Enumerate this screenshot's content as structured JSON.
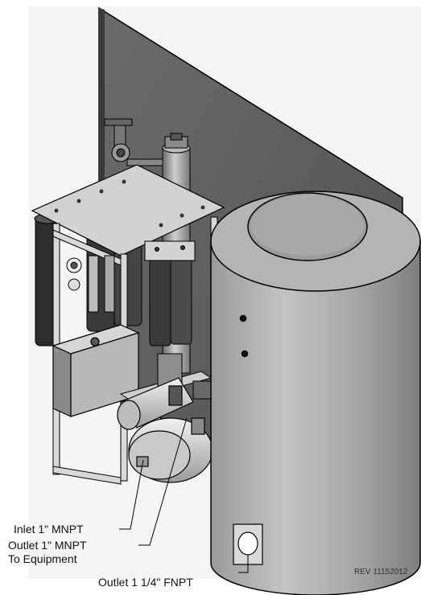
{
  "callouts": {
    "inlet": "Inlet 1\" MNPT",
    "outlet_line1": "Outlet 1\" MNPT",
    "outlet_line2": "To Equipment",
    "tank_outlet": "Outlet 1 1/4\" FNPT"
  },
  "revision": "REV 11152012",
  "colors": {
    "panel": "#5e5e5e",
    "tank": "#a9a9a9",
    "frame": "#c9c9c9",
    "line": "#000000",
    "background": "#ffffff"
  }
}
